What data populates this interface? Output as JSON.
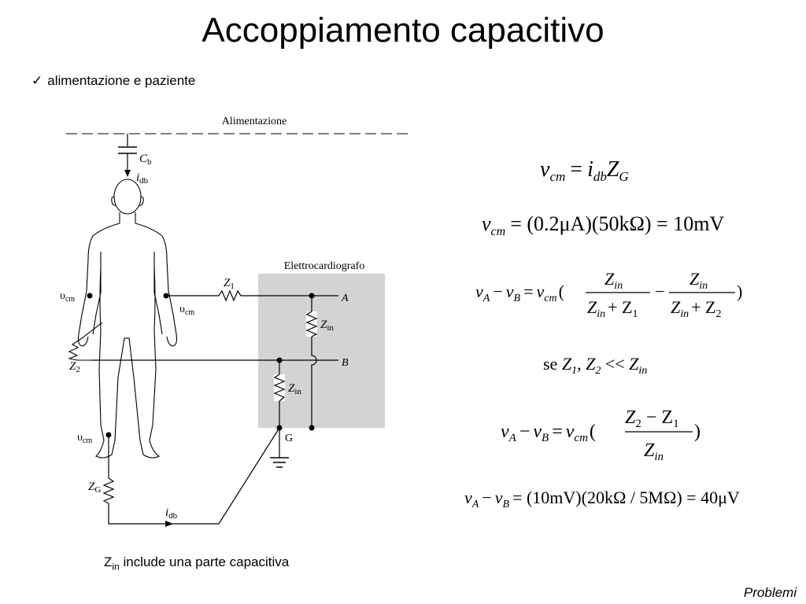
{
  "slide": {
    "title": "Accoppiamento capacitivo",
    "bullet_mark": "✓",
    "bullet": "alimentazione e paziente",
    "caption_main": "Z",
    "caption_sub": "in",
    "caption_rest": " include una parte capacitiva",
    "footer": "Problemi"
  },
  "diagram": {
    "supply_label": "Alimentazione",
    "ecg_label": "Elettrocardiografo",
    "cb_main": "C",
    "cb_sub": "b",
    "idb_main": "i",
    "idb_sub": "db",
    "vcm_main": "υ",
    "vcm_sub": "cm",
    "z1_main": "Z",
    "z1_sub": "1",
    "z2_main": "Z",
    "z2_sub": "2",
    "zin_main": "Z",
    "zin_sub": "in",
    "zg_main": "Z",
    "zg_sub": "G",
    "node_a": "A",
    "node_b": "B",
    "node_g": "G"
  },
  "equations": {
    "eq1": {
      "lhs_v": "v",
      "lhs_sub": "cm",
      "eq": "=",
      "i": "i",
      "i_sub": "db",
      "z": "Z",
      "z_sub": "G"
    },
    "eq2": {
      "lhs_v": "v",
      "lhs_sub": "cm",
      "rhs": "= (0.2μA)(50kΩ) = 10mV"
    },
    "eq3": {
      "lhs": "v",
      "a": "A",
      "minus": "−",
      "b": "B",
      "rhs_v": "v",
      "rhs_sub": "cm",
      "num1": "Z",
      "num1_sub": "in",
      "den1": "Z",
      "den1_sub": "in",
      "den1_plus": "+ Z",
      "den1_z": "1",
      "num2": "Z",
      "num2_sub": "in",
      "den2": "Z",
      "den2_sub": "in",
      "den2_plus": "+ Z",
      "den2_z": "2"
    },
    "cond": {
      "se": "se ",
      "z1": "Z",
      "z1_sub": "1",
      "sep": ", ",
      "z2": "Z",
      "z2_sub": "2",
      "ll": " << ",
      "zin": "Z",
      "zin_sub": "in"
    },
    "eq4": {
      "num": "Z",
      "num_sub1": "2",
      "num_mid": " − Z",
      "num_sub2": "1",
      "den": "Z",
      "den_sub": "in"
    },
    "eq5": {
      "rhs": "= (10mV)(20kΩ / 5MΩ) = 40μV"
    }
  }
}
